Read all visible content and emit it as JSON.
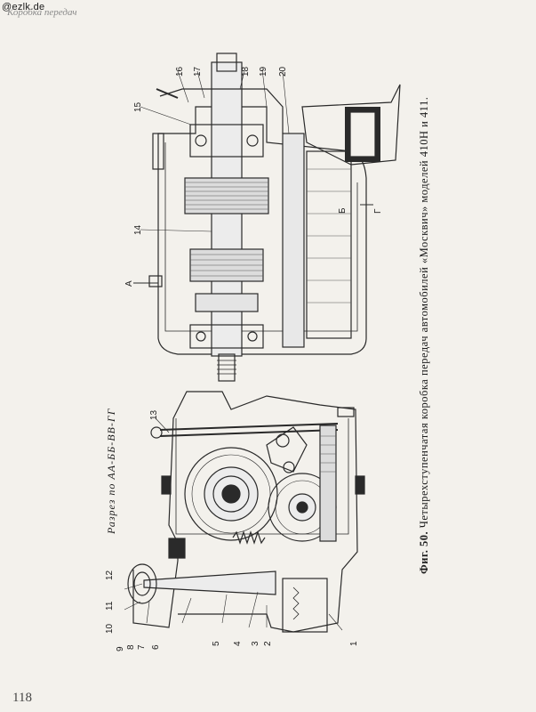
{
  "watermark": "@ezlk.de",
  "running_head": "Коробка передач",
  "page_number": "118",
  "caption": {
    "fig": "Фиг. 50.",
    "text": "Четырехступенчатая  коробка  передач  автомобилей «Москвич» моделей 410Н и 411."
  },
  "section_label": "Разрез по АА-ББ-ВВ-ГГ",
  "section_marks": {
    "a": "А",
    "b": "Б",
    "g": "Г"
  },
  "callouts_top": [
    "15",
    "16",
    "17",
    "18",
    "19",
    "20",
    "14"
  ],
  "callouts_left": [
    "13",
    "12",
    "11",
    "10",
    "9",
    "8",
    "7",
    "6",
    "5",
    "4",
    "3",
    "2",
    "1"
  ]
}
